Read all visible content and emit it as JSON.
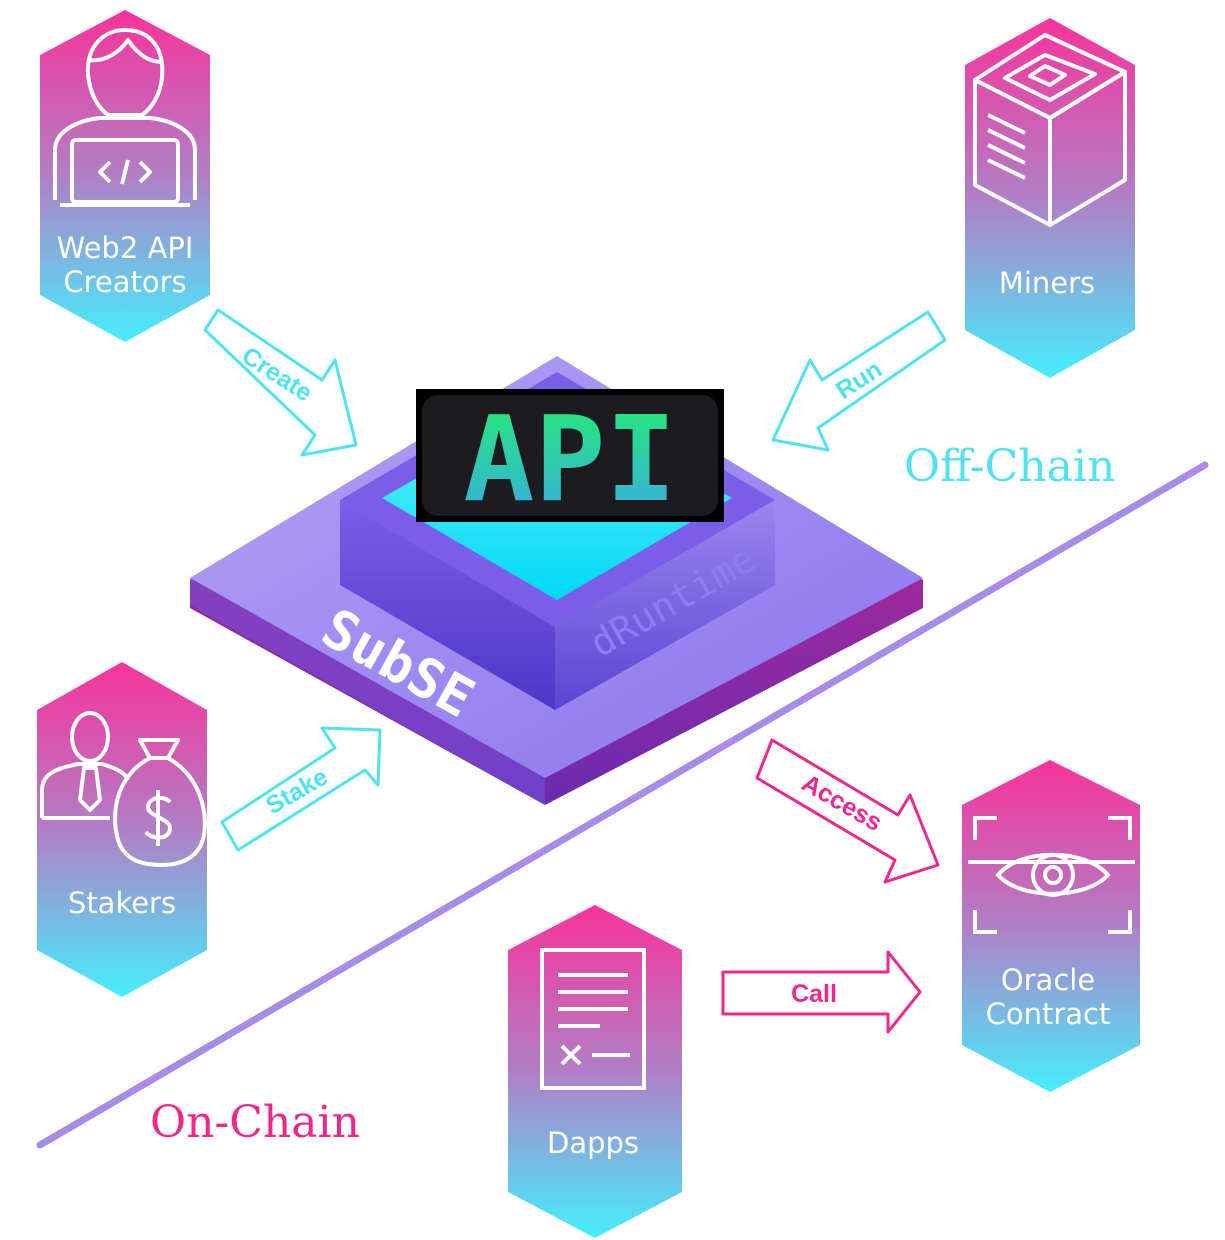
{
  "nodes": {
    "creators": {
      "line1": "Web2 API",
      "line2": "Creators",
      "icon": "developer-laptop-icon"
    },
    "miners": {
      "line1": "Miners",
      "icon": "server-cube-icon"
    },
    "stakers": {
      "line1": "Stakers",
      "icon": "investor-money-bag-icon"
    },
    "dapps": {
      "line1": "Dapps",
      "icon": "contract-document-icon"
    },
    "oracle": {
      "line1": "Oracle",
      "line2": "Contract",
      "icon": "eye-scan-icon"
    }
  },
  "arrows": {
    "create": "Create",
    "run": "Run",
    "stake": "Stake",
    "access": "Access",
    "call": "Call"
  },
  "platform": {
    "badge": "API",
    "runtime": "dRuntime",
    "brand": "SubSE"
  },
  "zones": {
    "off_chain": "Off-Chain",
    "on_chain": "On-Chain"
  },
  "colors": {
    "off_chain_cyan": "#4fe3f0",
    "on_chain_pink": "#f0278a",
    "hex_top": "#f5359a",
    "hex_bottom": "#48ecfb",
    "divider": "#a78be6",
    "platform_purple": "#7c67f0",
    "api_green": "#20e87a"
  }
}
